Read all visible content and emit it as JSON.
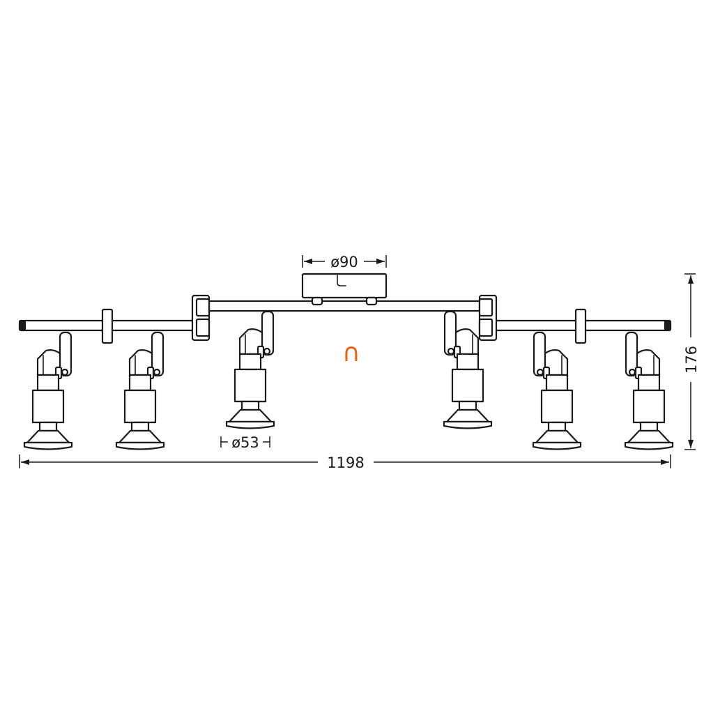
{
  "dimensions": {
    "canopy_diameter": "ø90",
    "spot_diameter": "ø53",
    "total_length": "1198",
    "total_height": "176"
  },
  "symbol": {
    "label": "∩",
    "color": "#e8620f"
  },
  "colors": {
    "line": "#1a1a1a",
    "background": "#ffffff"
  }
}
